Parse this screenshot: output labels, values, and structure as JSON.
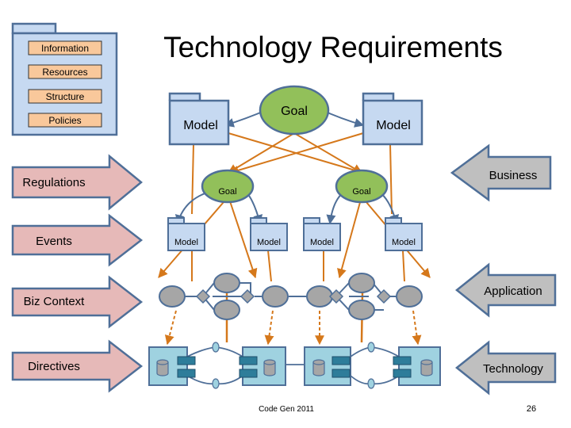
{
  "title": "Technology Requirements",
  "folder": {
    "items": [
      "Information",
      "Resources",
      "Structure",
      "Policies"
    ]
  },
  "inputs": {
    "regulations": "Regulations",
    "events": "Events",
    "biz_context": "Biz Context",
    "directives": "Directives"
  },
  "layers": {
    "business": "Business",
    "application": "Application",
    "technology": "Technology"
  },
  "nodes": {
    "goal_top": "Goal",
    "goal_left": "Goal",
    "goal_right": "Goal",
    "model_top_left": "Model",
    "model_top_right": "Model",
    "model_1": "Model",
    "model_2": "Model",
    "model_3": "Model",
    "model_4": "Model"
  },
  "footer": {
    "source": "Code Gen 2011",
    "page_number": "26"
  },
  "colors": {
    "salmon": "#f9c89b",
    "blue_fill": "#c6d9f1",
    "blue_border": "#4f6f98",
    "goal_fill": "#92c05a",
    "arrow_orange": "#d5781b",
    "input_fill": "#e6b9b8",
    "layer_gray": "#bfbfbf",
    "tech_teal": "#9fd2e0",
    "tech_box": "#2e7d9a",
    "app_gray": "#a6a6a6"
  }
}
